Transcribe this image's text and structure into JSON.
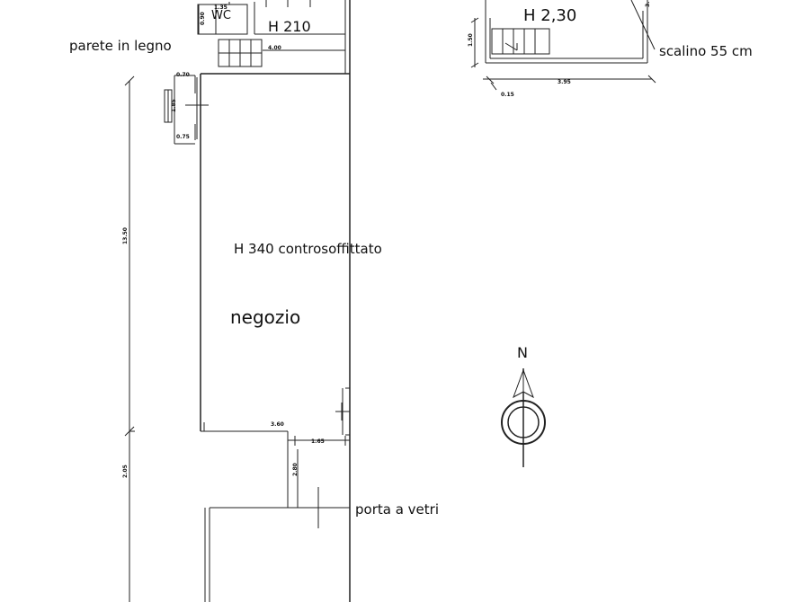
{
  "labels": {
    "wc": "WC",
    "h210": "H 210",
    "h230": "H 2,30",
    "parete": "parete in legno",
    "scalino": "scalino 55 cm",
    "h340": "H 340 controsoffittato",
    "negozio": "negozio",
    "porta": "porta a vetri",
    "north": "N"
  },
  "dimensions": {
    "d135": "1.35",
    "d090": "0.90",
    "d400": "4.00",
    "d070": "0.70",
    "d185": "1.85",
    "d075": "0.75",
    "d1350": "13.50",
    "d360": "3.60",
    "d165": "1.65",
    "d280": "2.80",
    "d205": "2.05",
    "d150": "1.50",
    "d395": "3.95",
    "d015": "0.15",
    "d3": "3."
  }
}
